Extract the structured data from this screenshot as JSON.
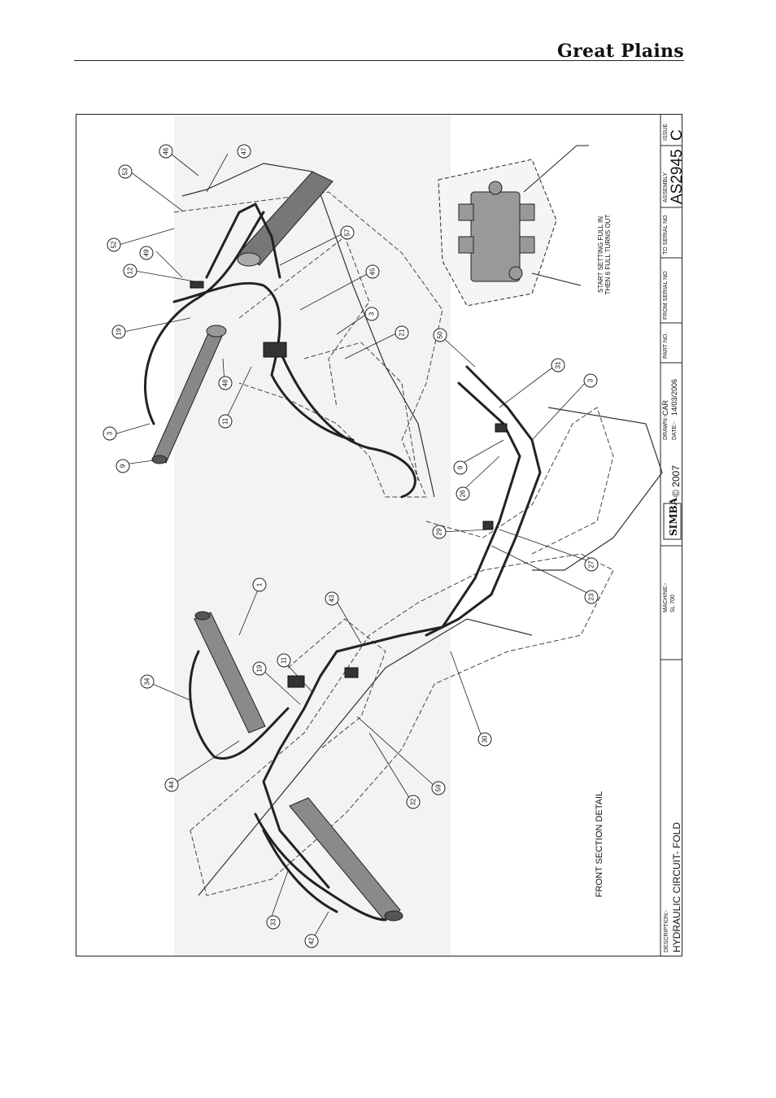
{
  "header": {
    "brand": "Great Plains"
  },
  "drawing": {
    "view_label": "FRONT SECTION DETAIL",
    "note_line1": "START SETTING FULL IN",
    "note_line2": "THEN 6 FULL TURNS OUT",
    "callouts": [
      "46",
      "47",
      "53",
      "52",
      "49",
      "12",
      "19",
      "57",
      "45",
      "3",
      "21",
      "50",
      "31",
      "3",
      "48",
      "11",
      "9",
      "3",
      "9",
      "26",
      "29",
      "27",
      "23",
      "1",
      "43",
      "34",
      "19",
      "11",
      "44",
      "30",
      "32",
      "59",
      "33",
      "42"
    ]
  },
  "title_block": {
    "description_label": "DESCRIPTION:-",
    "description": "HYDRAULIC CIRCUIT- FOLD",
    "machine_label": "MACHINE:-",
    "machine": "SL 700",
    "logo": "SIMBA",
    "copyright": "© 2007",
    "drawn_label": "DRAWN:-",
    "drawn": "CAR",
    "date_label": "DATE:-",
    "date": "14/03/2006",
    "part_no_label": "PART NO.",
    "from_serial_label": "FROM SERIAL NO",
    "to_serial_label": "TO SERIAL NO",
    "assembly_label": "ASSEMBLY",
    "assembly": "AS2945",
    "issue_label": "ISSUE",
    "issue": "C"
  }
}
